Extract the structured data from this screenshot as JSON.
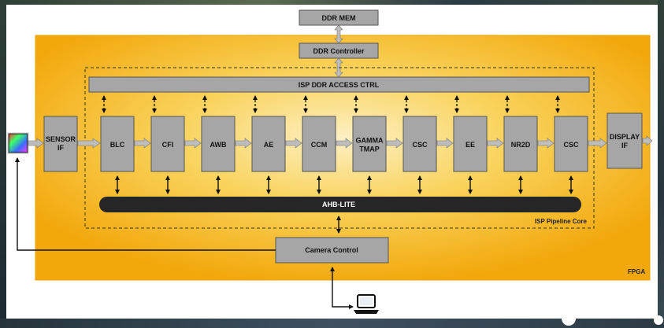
{
  "diagram": {
    "ddr_mem": "DDR MEM",
    "ddr_controller": "DDR Controller",
    "isp_ddr_access_ctrl": "ISP DDR ACCESS CTRL",
    "sensor_if": [
      "SENSOR",
      "IF"
    ],
    "display_if": [
      "DISPLAY",
      "IF"
    ],
    "pipeline_blocks": [
      {
        "label": [
          "BLC"
        ]
      },
      {
        "label": [
          "CFI"
        ]
      },
      {
        "label": [
          "AWB"
        ]
      },
      {
        "label": [
          "AE"
        ]
      },
      {
        "label": [
          "CCM"
        ]
      },
      {
        "label": [
          "GAMMA",
          "TMAP"
        ]
      },
      {
        "label": [
          "CSC"
        ]
      },
      {
        "label": [
          "EE"
        ]
      },
      {
        "label": [
          "NR2D"
        ]
      },
      {
        "label": [
          "CSC"
        ]
      }
    ],
    "bus": "AHB-LITE",
    "pipeline_core_label": "ISP Pipeline Core",
    "camera_control": "Camera Control",
    "fpga_label": "FPGA"
  },
  "colors": {
    "fpga_fill": "#F6B413",
    "fpga_center": "#FCE7A6",
    "block_fill": "#A6A6A6",
    "bus_fill": "#262626",
    "arrow_fill": "#BDBDBD"
  },
  "icons": [
    "camera-sensor-icon",
    "laptop-icon"
  ]
}
